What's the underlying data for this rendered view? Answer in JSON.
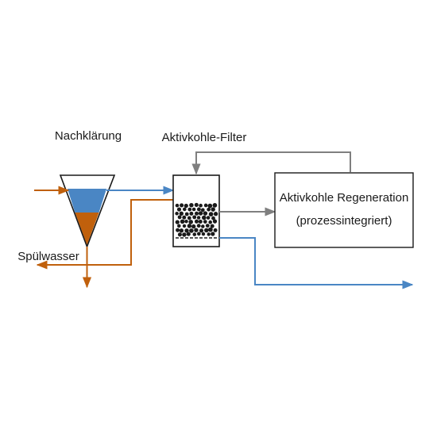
{
  "labels": {
    "clarifier": "Nachklärung",
    "filter": "Aktivkohle-Filter",
    "regen_line1": "Aktivkohle Regeneration",
    "regen_line2": "(prozessintegriert)",
    "rinse": "Spülwasser"
  },
  "colors": {
    "water": "#4a86c4",
    "sludge": "#c0600c",
    "carbon_flow": "#7f7f7f",
    "outline": "#1a1a1a",
    "carbon_grain": "#1a1a1a"
  }
}
